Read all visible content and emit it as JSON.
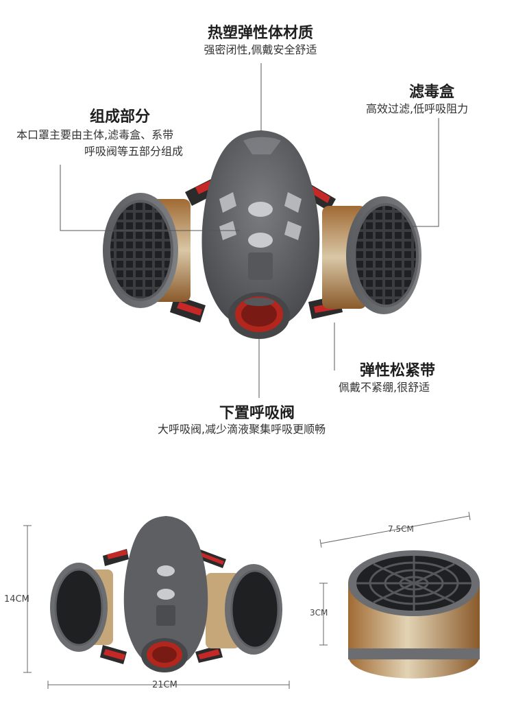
{
  "features": {
    "material": {
      "title": "热塑弹性体材质",
      "desc": "强密闭性,佩戴安全舒适"
    },
    "composition": {
      "title": "组成部分",
      "desc_line1": "本口罩主要由主体,滤毒盒、系带",
      "desc_line2": "呼吸阀等五部分组成"
    },
    "filter": {
      "title": "滤毒盒",
      "desc": "高效过滤,低呼吸阻力"
    },
    "strap": {
      "title": "弹性松紧带",
      "desc": "佩戴不紧绷,很舒适"
    },
    "valve": {
      "title": "下置呼吸阀",
      "desc": "大呼吸阀,减少滴液聚集呼吸更顺畅"
    }
  },
  "dimensions": {
    "mask_height": "14CM",
    "mask_width": "21CM",
    "filter_diameter": "7.5CM",
    "filter_height": "3CM"
  },
  "colors": {
    "mask_body": "#5d5f62",
    "mask_dark": "#3d3f42",
    "cartridge_grey": "#6b6d70",
    "label_brown": "#8a5a2b",
    "strap_red": "#c62828",
    "strap_black": "#2b2b2b",
    "valve_red": "#b3261e"
  }
}
